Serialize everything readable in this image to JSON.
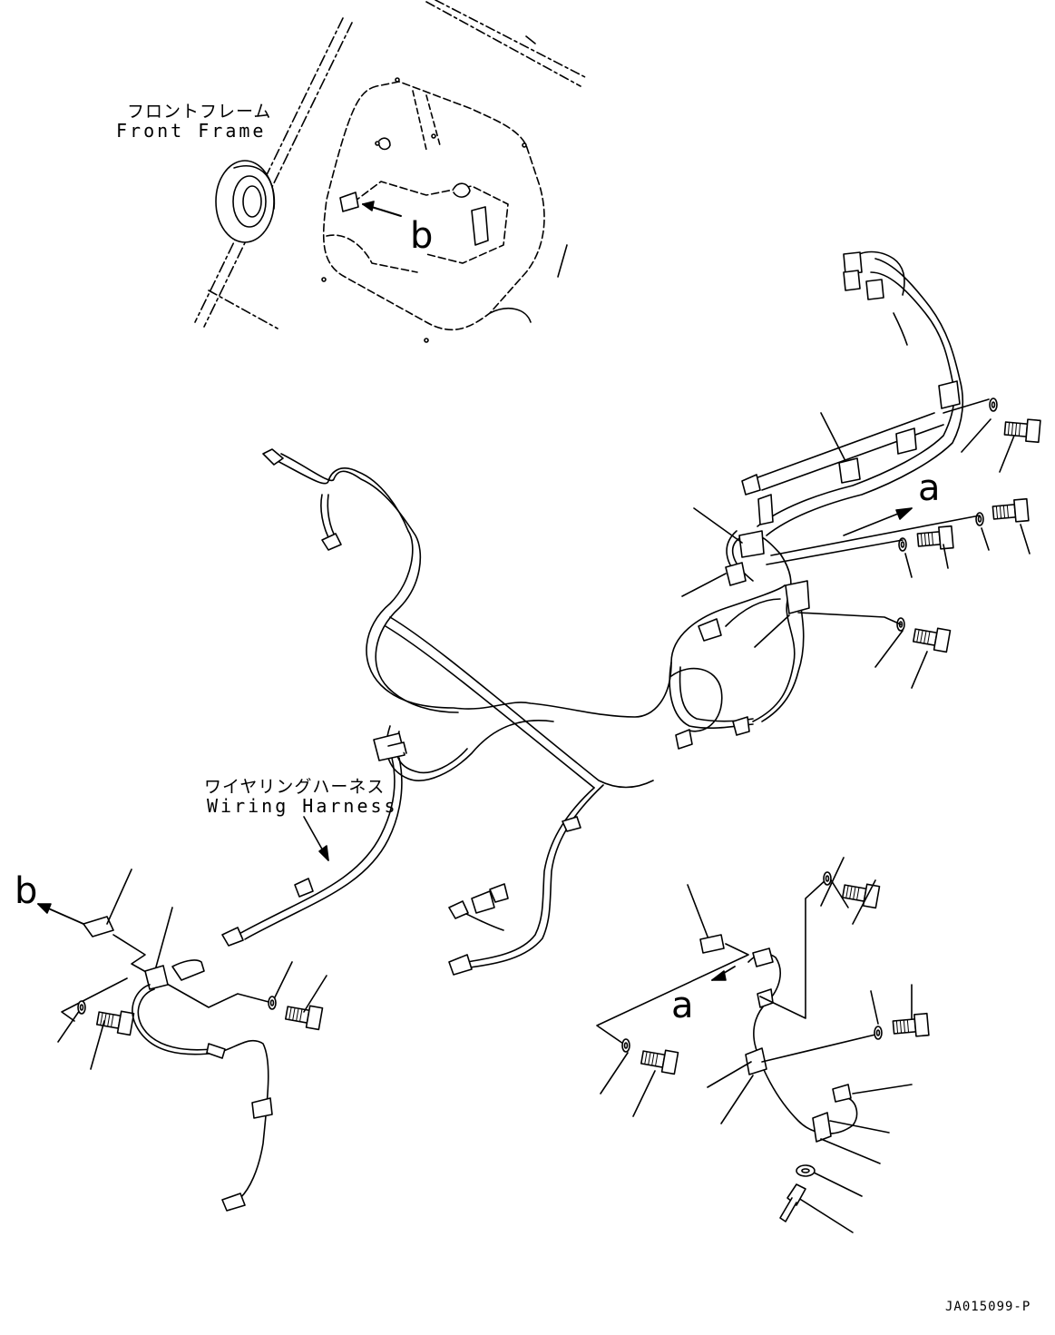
{
  "labels": {
    "front_frame_jp": "フロントフレーム",
    "front_frame_en": "Front Frame",
    "wiring_harness_jp": "ワイヤリングハーネス",
    "wiring_harness_en": "Wiring Harness",
    "ref_b_detail": "b",
    "ref_a_main": "a",
    "ref_b_left": "b",
    "ref_a_lower": "a",
    "drawing_number": "JA015099-P"
  },
  "icons": {
    "bolt": "hex-bolt-icon",
    "washer": "washer-icon",
    "clamp": "clamp-icon",
    "connector": "connector-icon"
  }
}
